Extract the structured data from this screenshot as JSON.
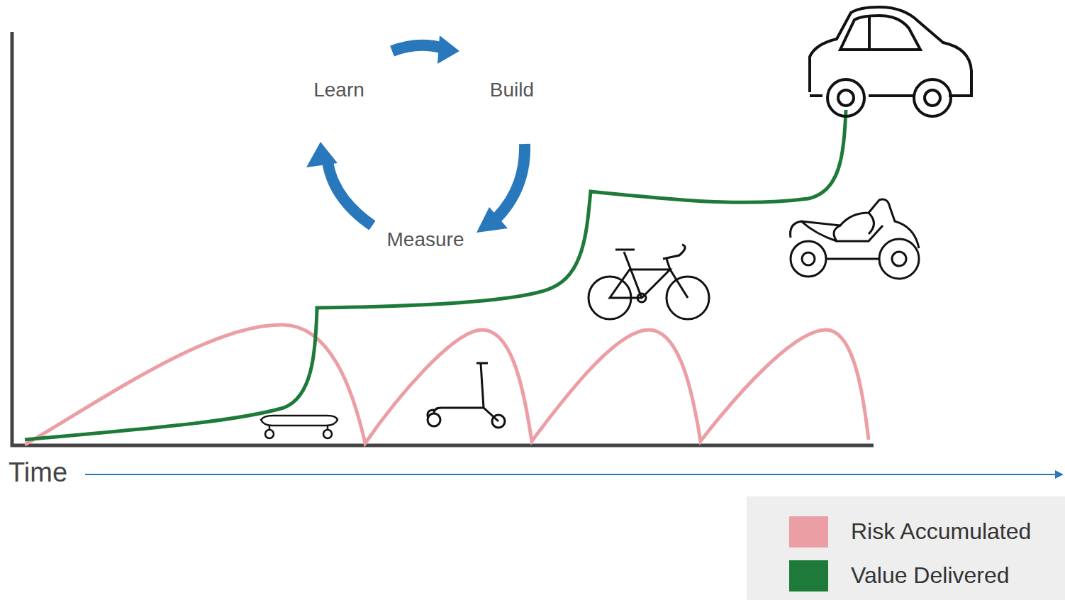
{
  "diagram": {
    "labels": [
      "Learn",
      "Build",
      "Measure",
      "Time"
    ],
    "legend": [
      {
        "text": "Risk Accumulated",
        "color": "#eb9fa5"
      },
      {
        "text": "Value Delivered",
        "color": "#1e7a39"
      }
    ]
  }
}
